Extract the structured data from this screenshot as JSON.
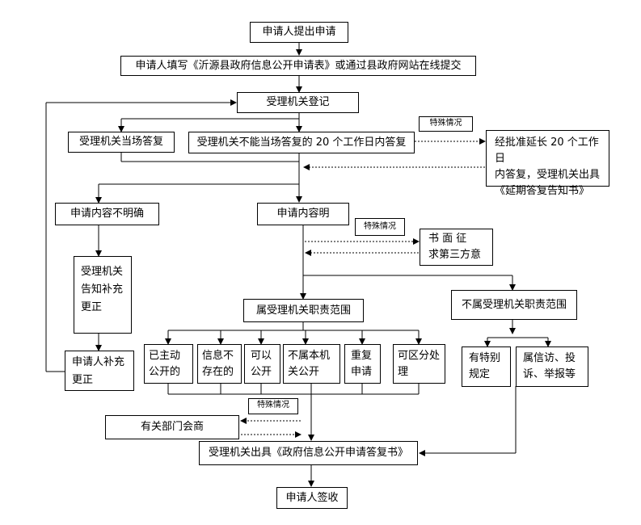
{
  "nodes": {
    "apply": "申请人提出申请",
    "fill_form": "申请人填写《沂源县政府信息公开申请表》或通过县政府网站在线提交",
    "register": "受理机关登记",
    "reply_on_spot": "受理机关当场答复",
    "reply_20_days": "受理机关不能当场答复的 20 个工作日内答复",
    "extension": "经批准延长 20 个工作日\n内答复，受理机关出具\n《延期答复告知书》",
    "unclear": "申请内容不明确",
    "clear": "申请内容明",
    "notify_supplement": "受理机关\n告知补充\n更正",
    "applicant_supplement": "申请人补充\n更正",
    "third_party": "书 面 征\n求第三方意",
    "in_scope": "属受理机关职责范围",
    "out_scope": "不属受理机关职责范围",
    "published": "已主动\n公开的",
    "not_exist": "信息不\n存在的",
    "can_publish": "可以\n公开",
    "not_public": "不属本机\n关公开",
    "duplicate": "重复\n申请",
    "partial": "可区分处\n理",
    "special_rules": "有特别\n规定",
    "petitions": "属信访、投\n诉、举报等",
    "consult_depts": "有关部门会商",
    "issue_reply": "受理机关出具《政府信息公开申请答复书》",
    "sign_receipt": "申请人签收"
  },
  "notes": {
    "special_1": "特殊情况",
    "special_2": "特殊情况",
    "special_3": "特殊情况"
  }
}
